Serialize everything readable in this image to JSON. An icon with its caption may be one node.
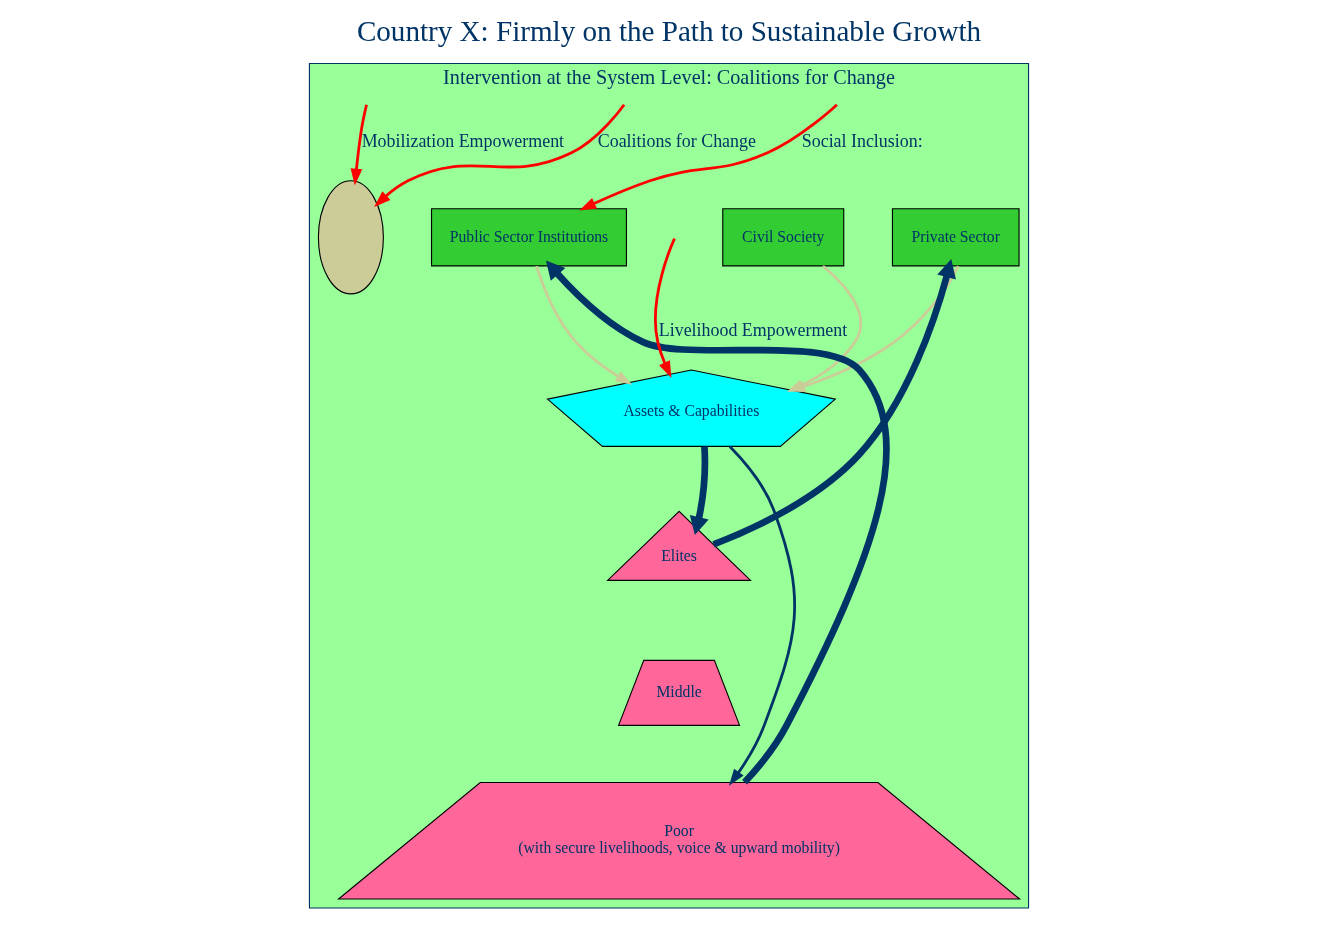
{
  "diagram": {
    "title": "Country X: Firmly on the Path to Sustainable Growth",
    "nodes": [
      {
        "text": [
          "Intervention at the System Level: Coalitions for Change"
        ]
      },
      {
        "text": [
          "Assets & Capabilities"
        ],
        "in": 0
      },
      {
        "text": [
          "Public Sector Institutions"
        ],
        "in": 0
      },
      {
        "text": [
          "Private Sector"
        ],
        "in": 0
      },
      {
        "text": [
          "Civil Society"
        ],
        "in": 0
      },
      {
        "text": [
          "Elites"
        ],
        "in": 0
      },
      {
        "text": [
          "Middle"
        ],
        "in": 0
      },
      {
        "text": [
          "Poor",
          "(with secure livelihoods, voice & upward mobility)"
        ],
        "in": 0
      },
      {
        "text": [],
        "shape": "ellipse",
        "in": 0
      }
    ],
    "edges": [
      {
        "from": null,
        "to": 1,
        "arrow": "to",
        "label": "Livelihood Empowerment",
        "color": "#ff0000"
      },
      {
        "from": 2,
        "to": 1,
        "arrow": "to",
        "color": "#cccc99"
      },
      {
        "from": 3,
        "to": 1,
        "arrow": "to",
        "color": "#cccc99"
      },
      {
        "from": 4,
        "to": 1,
        "arrow": "to",
        "color": "#cccc99"
      },
      {
        "from": null,
        "to": 2,
        "arrow": "to",
        "label": "Social Inclusion:",
        "color": "#ff0000"
      },
      {
        "from": 1,
        "to": 5,
        "arrow": "to",
        "style": "thick",
        "color": "#003366"
      },
      {
        "from": 1,
        "to": 7,
        "arrow": "to",
        "color": "#003366"
      },
      {
        "from": 5,
        "to": 3,
        "arrow": "to",
        "style": "thick",
        "color": "#003366"
      },
      {
        "from": 7,
        "to": 2,
        "arrow": "to",
        "style": "thick",
        "color": "#003366"
      },
      {
        "from": null,
        "to": 8,
        "arrow": "to",
        "label": "Coalitions for Change",
        "color": "#ff0000"
      },
      {
        "from": null,
        "to": 8,
        "arrow": "to",
        "label": "Mobilization Empowerment",
        "color": "#ff0000"
      }
    ]
  }
}
